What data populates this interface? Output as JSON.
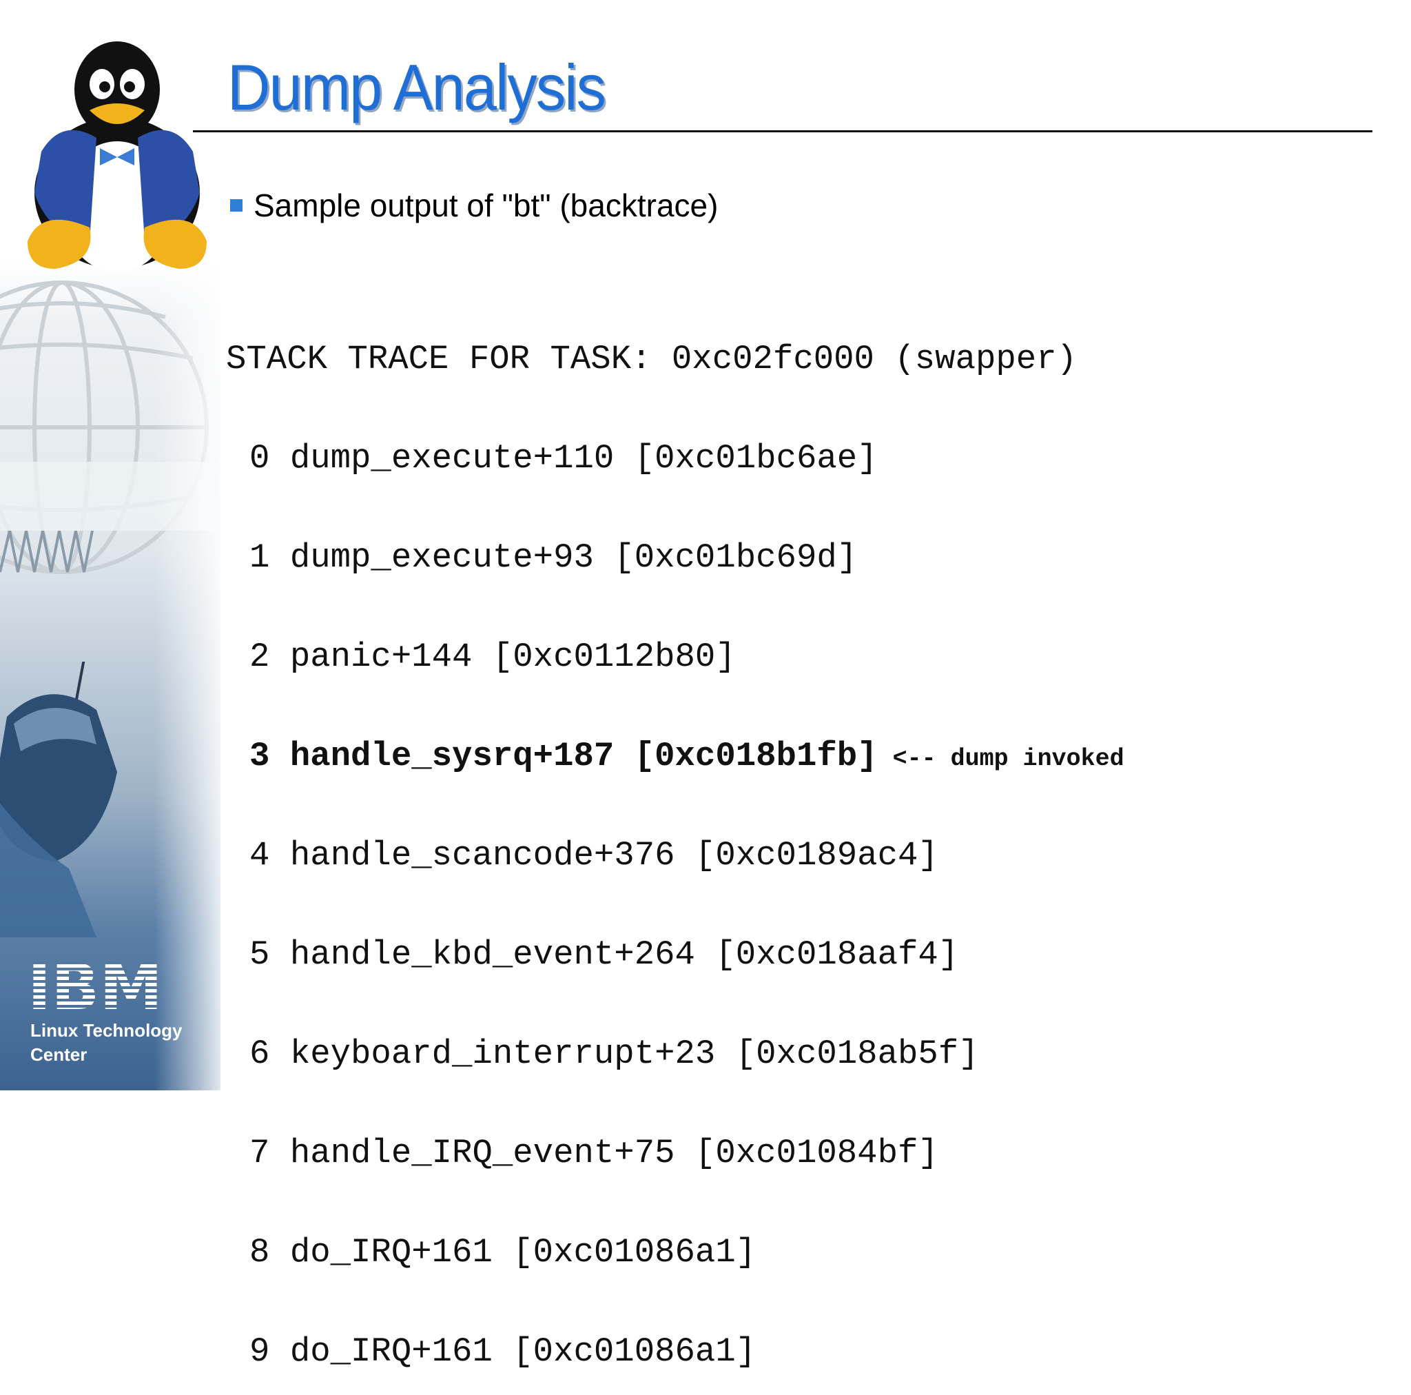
{
  "slide": {
    "title": "Dump Analysis",
    "bullet": "Sample output of \"bt\" (backtrace)",
    "colors": {
      "title": "#1f6ed6",
      "bullet_marker": "#2f7fd8",
      "rule": "#111111"
    }
  },
  "trace": {
    "header": "STACK TRACE FOR TASK: 0xc02fc000 (swapper)",
    "frames": [
      {
        "index": "0",
        "symbol": "dump_execute+110",
        "address": "[0xc01bc6ae]"
      },
      {
        "index": "1",
        "symbol": "dump_execute+93",
        "address": "[0xc01bc69d]"
      },
      {
        "index": "2",
        "symbol": "panic+144",
        "address": "[0xc0112b80]"
      },
      {
        "index": "3",
        "symbol": "handle_sysrq+187",
        "address": "[0xc018b1fb]",
        "note": "<-- dump invoked"
      },
      {
        "index": "4",
        "symbol": "handle_scancode+376",
        "address": "[0xc0189ac4]"
      },
      {
        "index": "5",
        "symbol": "handle_kbd_event+264",
        "address": "[0xc018aaf4]"
      },
      {
        "index": "6",
        "symbol": "keyboard_interrupt+23",
        "address": "[0xc018ab5f]"
      },
      {
        "index": "7",
        "symbol": "handle_IRQ_event+75",
        "address": "[0xc01084bf]"
      },
      {
        "index": "8",
        "symbol": "do_IRQ+161",
        "address": "[0xc01086a1]"
      },
      {
        "index": "9",
        "symbol": "do_IRQ+161",
        "address": "[0xc01086a1]"
      }
    ]
  },
  "sidebar": {
    "logo": "IBM",
    "caption_line1": "Linux Technology",
    "caption_line2": "Center",
    "icons": [
      "tux-penguin-icon",
      "globe-graphic",
      "computer-mouse-graphic"
    ]
  }
}
